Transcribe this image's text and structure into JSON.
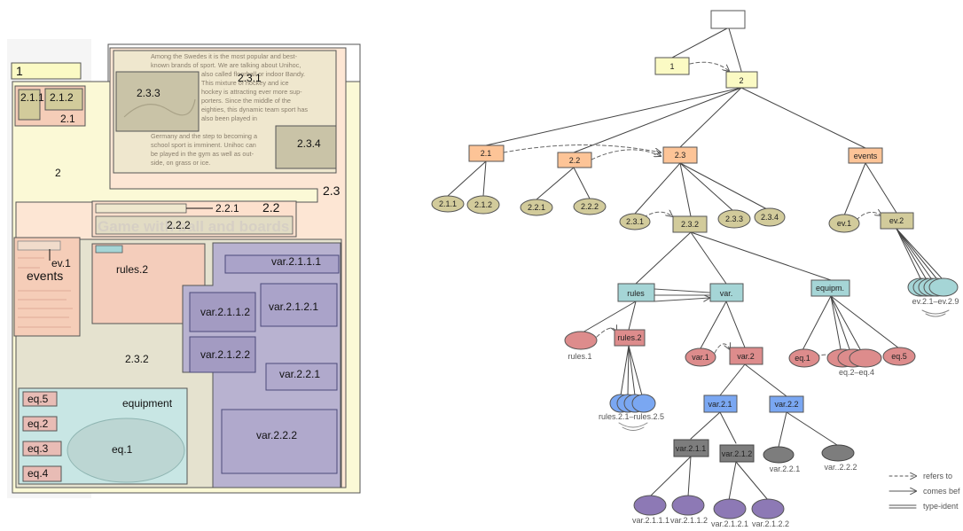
{
  "layout": {
    "labels": {
      "r1": "1",
      "r2": "2",
      "r211": "2.1.1",
      "r212": "2.1.2",
      "r21": "2.1",
      "r23": "2.3",
      "r233": "2.3.3",
      "r231": "2.3.1",
      "r234": "2.3.4",
      "r221": "2.2.1",
      "r22": "2.2",
      "r222": "2.2.2",
      "rev1": "ev.1",
      "revents": "events",
      "rrules2": "rules.2",
      "r232": "2.3.2",
      "rvar2111": "var.2.1.1.1",
      "rvar2112": "var.2.1.1.2",
      "rvar2121": "var.2.1.2.1",
      "rvar2122": "var.2.1.2.2",
      "rvar221": "var.2.2.1",
      "rvar222": "var.2.2.2",
      "requipment": "equipment",
      "req5": "eq.5",
      "req2": "eq.2",
      "req3": "eq.3",
      "req4": "eq.4",
      "req1": "eq.1"
    },
    "heading_text": "Game with ball and boards",
    "article_lines": [
      "Among the Swedes it is the most popular and best-",
      "known brands of sport. We are talking about Unihoc,",
      "also called floorball or indoor Bandy.",
      "This mixture of hockey and ice",
      "hockey is attracting ever more sup-",
      "porters. Since the middle of the",
      "eighties, this dynamic team sport has",
      "also been played in",
      "Germany and the step to becoming a",
      "school sport is imminent. Unihoc can",
      "be played in the gym as well as out-",
      "side, on grass or ice."
    ]
  },
  "tree": {
    "nodes": {
      "root": "",
      "n1": "1",
      "n2": "2",
      "n21": "2.1",
      "n22": "2.2",
      "n23": "2.3",
      "nevents": "events",
      "n211": "2.1.1",
      "n212": "2.1.2",
      "n221": "2.2.1",
      "n222": "2.2.2",
      "n231": "2.3.1",
      "n232": "2.3.2",
      "n233": "2.3.3",
      "n234": "2.3.4",
      "nev1": "ev.1",
      "nev2": "ev.2",
      "nrules": "rules",
      "nvar": "var.",
      "nequip": "equipm.",
      "nrules1": "rules.1",
      "nrules2": "rules.2",
      "nvar1": "var.1",
      "nvar2": "var.2",
      "neq1": "eq.1",
      "neq5": "eq.5",
      "nvar21": "var.2.1",
      "nvar22": "var.2.2",
      "nvar211": "var.2.1.1",
      "nvar212": "var.2.1.2",
      "nvar221": "var.2.2.1",
      "nvar222": "var..2.2.2",
      "nvar2111": "var.2.1.1.1",
      "nvar2112": "var.2.1.1.2",
      "nvar2121": "var.2.1.2.1",
      "nvar2122": "var.2.1.2.2"
    },
    "group_labels": {
      "rules_group": "rules.2.1–rules.2.5",
      "eq_group": "eq.2–eq.4",
      "ev_group": "ev.2.1–ev.2.9"
    }
  },
  "legend": {
    "refers_to": "refers to",
    "comes_before": "comes bef",
    "type_identity": "type-ident"
  },
  "colors": {
    "yellow": "#fbfac4",
    "orange": "#fdc497",
    "olive": "#d2cb9b",
    "teal": "#a5d5d6",
    "pink": "#dd8c8c",
    "blue": "#7aa7f2",
    "gray": "#7d7d7d",
    "purple": "#8d79b5"
  }
}
